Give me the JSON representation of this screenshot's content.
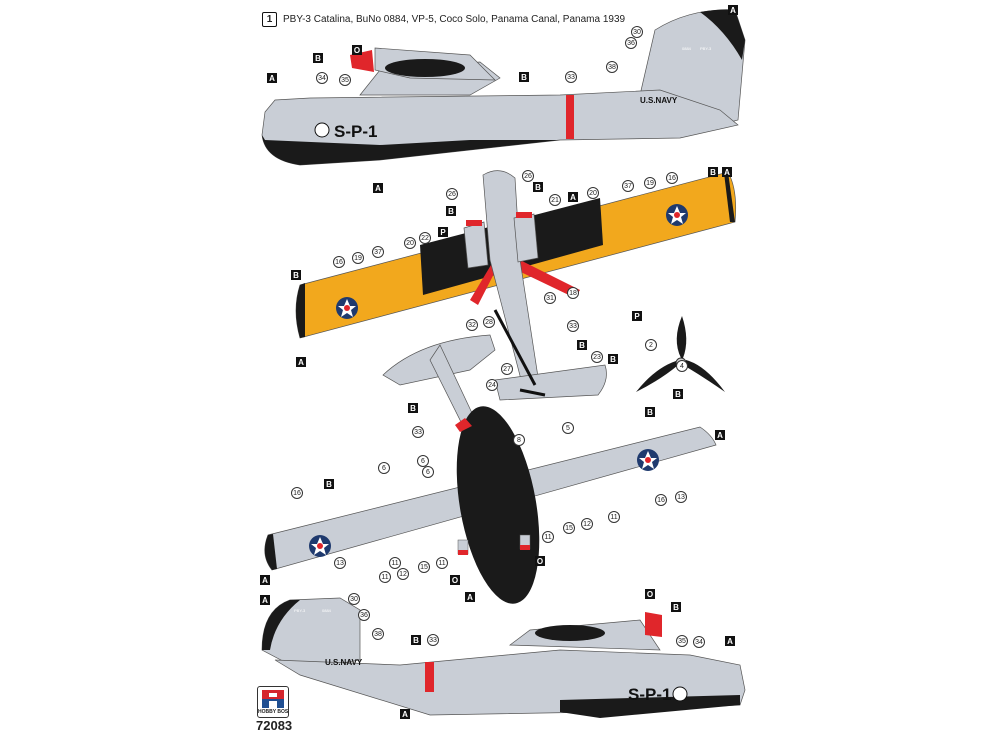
{
  "header": {
    "scheme_number": "1",
    "title": "PBY-3 Catalina, BuNo 0884, VP-5, Coco Solo, Panama Canal, Panama 1939"
  },
  "markings": {
    "fuselage_code": "S-P-1",
    "navy_text": "U.S.NAVY",
    "tail_serial": "0884",
    "tail_code": "PBY-3"
  },
  "footer": {
    "brand": "HOBBY BOSS",
    "kit_number": "72083"
  },
  "colors": {
    "aluminium": "#c9ced6",
    "chrome_yellow": "#f2a81d",
    "black": "#1a1a1a",
    "red": "#e0262b",
    "insignia_blue": "#1f3a6e"
  },
  "callouts": [
    "O",
    "B",
    "A",
    "34",
    "35",
    "B",
    "33",
    "30",
    "36",
    "A",
    "38",
    "A",
    "26",
    "26",
    "B",
    "B",
    "A",
    "20",
    "37",
    "19",
    "16",
    "B",
    "A",
    "21",
    "P",
    "22",
    "20",
    "37",
    "19",
    "16",
    "B",
    "A",
    "18",
    "31",
    "32",
    "28",
    "33",
    "P",
    "2",
    "4",
    "B",
    "B",
    "27",
    "23",
    "B",
    "24",
    "B",
    "33",
    "B",
    "A",
    "8",
    "5",
    "6",
    "6",
    "6",
    "B",
    "16",
    "16",
    "13",
    "11",
    "11",
    "15",
    "12",
    "11",
    "11",
    "12",
    "15",
    "11",
    "O",
    "O",
    "A",
    "13",
    "A",
    "A",
    "30",
    "36",
    "O",
    "B",
    "38",
    "B",
    "33",
    "35",
    "34",
    "A",
    "A"
  ]
}
